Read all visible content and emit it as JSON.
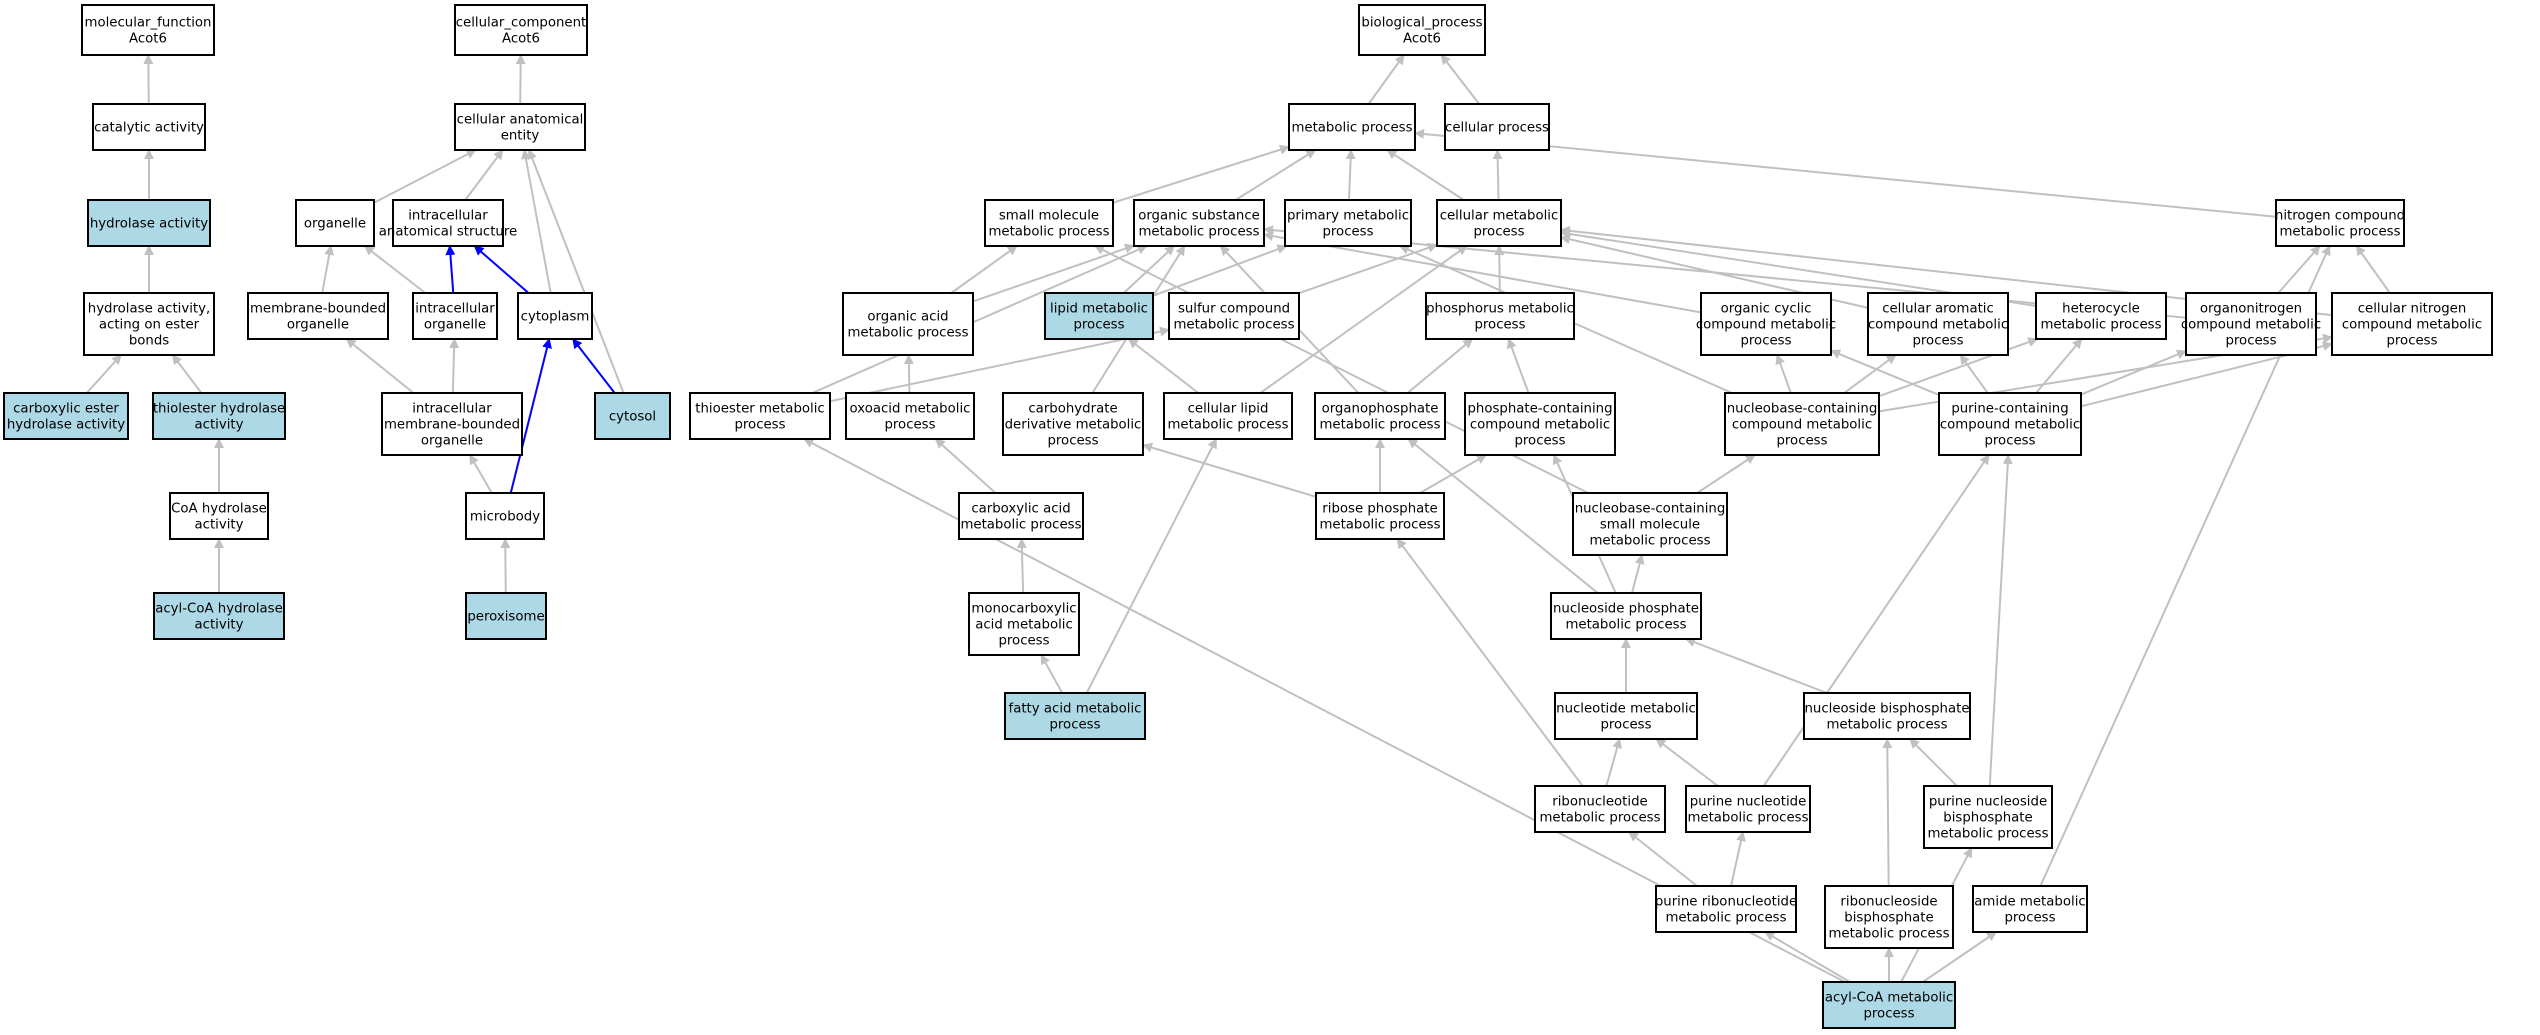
{
  "colors": {
    "highlight_fill": "#add8e6",
    "plain_fill": "#ffffff",
    "edge_gray": "#c0c0c0",
    "edge_blue": "#0000ff",
    "border": "#000000"
  },
  "nodes": [
    {
      "id": "mf",
      "lines": [
        "molecular_function",
        "Acot6"
      ],
      "highlight": false
    },
    {
      "id": "catalytic",
      "lines": [
        "catalytic activity"
      ],
      "highlight": false
    },
    {
      "id": "hydrolase",
      "lines": [
        "hydrolase activity"
      ],
      "highlight": true
    },
    {
      "id": "ester",
      "lines": [
        "hydrolase activity,",
        "acting on ester",
        "bonds"
      ],
      "highlight": false
    },
    {
      "id": "carbester",
      "lines": [
        "carboxylic ester",
        "hydrolase activity"
      ],
      "highlight": true
    },
    {
      "id": "thiolester",
      "lines": [
        "thiolester hydrolase",
        "activity"
      ],
      "highlight": true
    },
    {
      "id": "coa",
      "lines": [
        "CoA hydrolase",
        "activity"
      ],
      "highlight": false
    },
    {
      "id": "acylcoahyd",
      "lines": [
        "acyl-CoA hydrolase",
        "activity"
      ],
      "highlight": true
    },
    {
      "id": "cc",
      "lines": [
        "cellular_component",
        "Acot6"
      ],
      "highlight": false
    },
    {
      "id": "cae",
      "lines": [
        "cellular anatomical",
        "entity"
      ],
      "highlight": false
    },
    {
      "id": "organelle",
      "lines": [
        "organelle"
      ],
      "highlight": false
    },
    {
      "id": "ias",
      "lines": [
        "intracellular",
        "anatomical structure"
      ],
      "highlight": false
    },
    {
      "id": "mbo",
      "lines": [
        "membrane-bounded",
        "organelle"
      ],
      "highlight": false
    },
    {
      "id": "io",
      "lines": [
        "intracellular",
        "organelle"
      ],
      "highlight": false
    },
    {
      "id": "cytoplasm",
      "lines": [
        "cytoplasm"
      ],
      "highlight": false
    },
    {
      "id": "cytosol",
      "lines": [
        "cytosol"
      ],
      "highlight": true
    },
    {
      "id": "imbo",
      "lines": [
        "intracellular",
        "membrane-bounded",
        "organelle"
      ],
      "highlight": false
    },
    {
      "id": "microbody",
      "lines": [
        "microbody"
      ],
      "highlight": false
    },
    {
      "id": "peroxisome",
      "lines": [
        "peroxisome"
      ],
      "highlight": true
    },
    {
      "id": "bp",
      "lines": [
        "biological_process",
        "Acot6"
      ],
      "highlight": false
    },
    {
      "id": "mp",
      "lines": [
        "metabolic process"
      ],
      "highlight": false
    },
    {
      "id": "cp",
      "lines": [
        "cellular process"
      ],
      "highlight": false
    },
    {
      "id": "smmp",
      "lines": [
        "small molecule",
        "metabolic process"
      ],
      "highlight": false
    },
    {
      "id": "osmp",
      "lines": [
        "organic substance",
        "metabolic process"
      ],
      "highlight": false
    },
    {
      "id": "pmp",
      "lines": [
        "primary metabolic",
        "process"
      ],
      "highlight": false
    },
    {
      "id": "cmp",
      "lines": [
        "cellular metabolic",
        "process"
      ],
      "highlight": false
    },
    {
      "id": "ncmp",
      "lines": [
        "nitrogen compound",
        "metabolic process"
      ],
      "highlight": false
    },
    {
      "id": "oamp",
      "lines": [
        "organic acid",
        "metabolic process"
      ],
      "highlight": false
    },
    {
      "id": "lmp",
      "lines": [
        "lipid metabolic",
        "process"
      ],
      "highlight": true
    },
    {
      "id": "scmp",
      "lines": [
        "sulfur compound",
        "metabolic process"
      ],
      "highlight": false
    },
    {
      "id": "phmp",
      "lines": [
        "phosphorus metabolic",
        "process"
      ],
      "highlight": false
    },
    {
      "id": "occmp",
      "lines": [
        "organic cyclic",
        "compound metabolic",
        "process"
      ],
      "highlight": false
    },
    {
      "id": "cacmp",
      "lines": [
        "cellular aromatic",
        "compound metabolic",
        "process"
      ],
      "highlight": false
    },
    {
      "id": "hmp",
      "lines": [
        "heterocycle",
        "metabolic process"
      ],
      "highlight": false
    },
    {
      "id": "oncmp",
      "lines": [
        "organonitrogen",
        "compound metabolic",
        "process"
      ],
      "highlight": false
    },
    {
      "id": "cncmp",
      "lines": [
        "cellular nitrogen",
        "compound metabolic",
        "process"
      ],
      "highlight": false
    },
    {
      "id": "temp",
      "lines": [
        "thioester metabolic",
        "process"
      ],
      "highlight": false
    },
    {
      "id": "oxmp",
      "lines": [
        "oxoacid metabolic",
        "process"
      ],
      "highlight": false
    },
    {
      "id": "cdmp",
      "lines": [
        "carbohydrate",
        "derivative metabolic",
        "process"
      ],
      "highlight": false
    },
    {
      "id": "clmp",
      "lines": [
        "cellular lipid",
        "metabolic process"
      ],
      "highlight": false
    },
    {
      "id": "opmp",
      "lines": [
        "organophosphate",
        "metabolic process"
      ],
      "highlight": false
    },
    {
      "id": "pccmp",
      "lines": [
        "phosphate-containing",
        "compound metabolic",
        "process"
      ],
      "highlight": false
    },
    {
      "id": "nbccmp",
      "lines": [
        "nucleobase-containing",
        "compound metabolic",
        "process"
      ],
      "highlight": false
    },
    {
      "id": "puccmp",
      "lines": [
        "purine-containing",
        "compound metabolic",
        "process"
      ],
      "highlight": false
    },
    {
      "id": "camp",
      "lines": [
        "carboxylic acid",
        "metabolic process"
      ],
      "highlight": false
    },
    {
      "id": "rpmp",
      "lines": [
        "ribose phosphate",
        "metabolic process"
      ],
      "highlight": false
    },
    {
      "id": "nbcsmmp",
      "lines": [
        "nucleobase-containing",
        "small molecule",
        "metabolic process"
      ],
      "highlight": false
    },
    {
      "id": "mcamp",
      "lines": [
        "monocarboxylic",
        "acid metabolic",
        "process"
      ],
      "highlight": false
    },
    {
      "id": "nsphmp",
      "lines": [
        "nucleoside phosphate",
        "metabolic process"
      ],
      "highlight": false
    },
    {
      "id": "famp",
      "lines": [
        "fatty acid metabolic",
        "process"
      ],
      "highlight": true
    },
    {
      "id": "ntmp",
      "lines": [
        "nucleotide metabolic",
        "process"
      ],
      "highlight": false
    },
    {
      "id": "nsbpmp",
      "lines": [
        "nucleoside bisphosphate",
        "metabolic process"
      ],
      "highlight": false
    },
    {
      "id": "rnmp",
      "lines": [
        "ribonucleotide",
        "metabolic process"
      ],
      "highlight": false
    },
    {
      "id": "pnmp",
      "lines": [
        "purine nucleotide",
        "metabolic process"
      ],
      "highlight": false
    },
    {
      "id": "pnbpmp",
      "lines": [
        "purine nucleoside",
        "bisphosphate",
        "metabolic process"
      ],
      "highlight": false
    },
    {
      "id": "prnmp",
      "lines": [
        "purine ribonucleotide",
        "metabolic process"
      ],
      "highlight": false
    },
    {
      "id": "rnbpmp",
      "lines": [
        "ribonucleoside",
        "bisphosphate",
        "metabolic process"
      ],
      "highlight": false
    },
    {
      "id": "amp",
      "lines": [
        "amide metabolic",
        "process"
      ],
      "highlight": false
    },
    {
      "id": "acoa",
      "lines": [
        "acyl-CoA metabolic",
        "process"
      ],
      "highlight": true
    }
  ],
  "edges": [
    {
      "from": "catalytic",
      "to": "mf",
      "color": "gray"
    },
    {
      "from": "hydrolase",
      "to": "catalytic",
      "color": "gray"
    },
    {
      "from": "ester",
      "to": "hydrolase",
      "color": "gray"
    },
    {
      "from": "carbester",
      "to": "ester",
      "color": "gray"
    },
    {
      "from": "thiolester",
      "to": "ester",
      "color": "gray"
    },
    {
      "from": "coa",
      "to": "thiolester",
      "color": "gray"
    },
    {
      "from": "acylcoahyd",
      "to": "coa",
      "color": "gray"
    },
    {
      "from": "cae",
      "to": "cc",
      "color": "gray"
    },
    {
      "from": "organelle",
      "to": "cae",
      "color": "gray"
    },
    {
      "from": "ias",
      "to": "cae",
      "color": "gray"
    },
    {
      "from": "cytoplasm",
      "to": "cae",
      "color": "gray"
    },
    {
      "from": "cytosol",
      "to": "cae",
      "color": "gray"
    },
    {
      "from": "mbo",
      "to": "organelle",
      "color": "gray"
    },
    {
      "from": "io",
      "to": "organelle",
      "color": "gray"
    },
    {
      "from": "io",
      "to": "ias",
      "color": "blue"
    },
    {
      "from": "cytoplasm",
      "to": "ias",
      "color": "blue"
    },
    {
      "from": "cytosol",
      "to": "cytoplasm",
      "color": "blue"
    },
    {
      "from": "imbo",
      "to": "mbo",
      "color": "gray"
    },
    {
      "from": "imbo",
      "to": "io",
      "color": "gray"
    },
    {
      "from": "microbody",
      "to": "imbo",
      "color": "gray"
    },
    {
      "from": "microbody",
      "to": "cytoplasm",
      "color": "blue"
    },
    {
      "from": "peroxisome",
      "to": "microbody",
      "color": "gray"
    },
    {
      "from": "mp",
      "to": "bp",
      "color": "gray"
    },
    {
      "from": "cp",
      "to": "bp",
      "color": "gray"
    },
    {
      "from": "smmp",
      "to": "mp",
      "color": "gray"
    },
    {
      "from": "osmp",
      "to": "mp",
      "color": "gray"
    },
    {
      "from": "pmp",
      "to": "mp",
      "color": "gray"
    },
    {
      "from": "cmp",
      "to": "mp",
      "color": "gray"
    },
    {
      "from": "cmp",
      "to": "cp",
      "color": "gray"
    },
    {
      "from": "ncmp",
      "to": "mp",
      "color": "gray"
    },
    {
      "from": "oamp",
      "to": "smmp",
      "color": "gray"
    },
    {
      "from": "oamp",
      "to": "osmp",
      "color": "gray"
    },
    {
      "from": "lmp",
      "to": "osmp",
      "color": "gray"
    },
    {
      "from": "lmp",
      "to": "pmp",
      "color": "gray"
    },
    {
      "from": "scmp",
      "to": "cmp",
      "color": "gray"
    },
    {
      "from": "phmp",
      "to": "cmp",
      "color": "gray"
    },
    {
      "from": "occmp",
      "to": "osmp",
      "color": "gray"
    },
    {
      "from": "cacmp",
      "to": "cmp",
      "color": "gray"
    },
    {
      "from": "hmp",
      "to": "cmp",
      "color": "gray"
    },
    {
      "from": "oncmp",
      "to": "osmp",
      "color": "gray"
    },
    {
      "from": "oncmp",
      "to": "ncmp",
      "color": "gray"
    },
    {
      "from": "cncmp",
      "to": "cmp",
      "color": "gray"
    },
    {
      "from": "cncmp",
      "to": "ncmp",
      "color": "gray"
    },
    {
      "from": "temp",
      "to": "osmp",
      "color": "gray"
    },
    {
      "from": "temp",
      "to": "scmp",
      "color": "gray"
    },
    {
      "from": "oxmp",
      "to": "oamp",
      "color": "gray"
    },
    {
      "from": "cdmp",
      "to": "osmp",
      "color": "gray"
    },
    {
      "from": "clmp",
      "to": "lmp",
      "color": "gray"
    },
    {
      "from": "clmp",
      "to": "cmp",
      "color": "gray"
    },
    {
      "from": "opmp",
      "to": "phmp",
      "color": "gray"
    },
    {
      "from": "opmp",
      "to": "osmp",
      "color": "gray"
    },
    {
      "from": "pccmp",
      "to": "phmp",
      "color": "gray"
    },
    {
      "from": "nbccmp",
      "to": "occmp",
      "color": "gray"
    },
    {
      "from": "nbccmp",
      "to": "cacmp",
      "color": "gray"
    },
    {
      "from": "nbccmp",
      "to": "hmp",
      "color": "gray"
    },
    {
      "from": "nbccmp",
      "to": "cncmp",
      "color": "gray"
    },
    {
      "from": "nbccmp",
      "to": "pmp",
      "color": "gray"
    },
    {
      "from": "puccmp",
      "to": "occmp",
      "color": "gray"
    },
    {
      "from": "puccmp",
      "to": "cacmp",
      "color": "gray"
    },
    {
      "from": "puccmp",
      "to": "hmp",
      "color": "gray"
    },
    {
      "from": "puccmp",
      "to": "oncmp",
      "color": "gray"
    },
    {
      "from": "puccmp",
      "to": "cncmp",
      "color": "gray"
    },
    {
      "from": "camp",
      "to": "oxmp",
      "color": "gray"
    },
    {
      "from": "rpmp",
      "to": "cdmp",
      "color": "gray"
    },
    {
      "from": "rpmp",
      "to": "opmp",
      "color": "gray"
    },
    {
      "from": "rpmp",
      "to": "pccmp",
      "color": "gray"
    },
    {
      "from": "nbcsmmp",
      "to": "nbccmp",
      "color": "gray"
    },
    {
      "from": "nbcsmmp",
      "to": "smmp",
      "color": "gray"
    },
    {
      "from": "mcamp",
      "to": "camp",
      "color": "gray"
    },
    {
      "from": "nsphmp",
      "to": "nbcsmmp",
      "color": "gray"
    },
    {
      "from": "nsphmp",
      "to": "opmp",
      "color": "gray"
    },
    {
      "from": "nsphmp",
      "to": "pccmp",
      "color": "gray"
    },
    {
      "from": "famp",
      "to": "mcamp",
      "color": "gray"
    },
    {
      "from": "famp",
      "to": "clmp",
      "color": "gray"
    },
    {
      "from": "ntmp",
      "to": "nsphmp",
      "color": "gray"
    },
    {
      "from": "nsbpmp",
      "to": "nsphmp",
      "color": "gray"
    },
    {
      "from": "rnmp",
      "to": "ntmp",
      "color": "gray"
    },
    {
      "from": "rnmp",
      "to": "rpmp",
      "color": "gray"
    },
    {
      "from": "pnmp",
      "to": "ntmp",
      "color": "gray"
    },
    {
      "from": "pnmp",
      "to": "puccmp",
      "color": "gray"
    },
    {
      "from": "pnbpmp",
      "to": "nsbpmp",
      "color": "gray"
    },
    {
      "from": "pnbpmp",
      "to": "puccmp",
      "color": "gray"
    },
    {
      "from": "prnmp",
      "to": "rnmp",
      "color": "gray"
    },
    {
      "from": "prnmp",
      "to": "pnmp",
      "color": "gray"
    },
    {
      "from": "rnbpmp",
      "to": "nsbpmp",
      "color": "gray"
    },
    {
      "from": "amp",
      "to": "ncmp",
      "color": "gray"
    },
    {
      "from": "acoa",
      "to": "temp",
      "color": "gray"
    },
    {
      "from": "acoa",
      "to": "prnmp",
      "color": "gray"
    },
    {
      "from": "acoa",
      "to": "rnbpmp",
      "color": "gray"
    },
    {
      "from": "acoa",
      "to": "pnbpmp",
      "color": "gray"
    },
    {
      "from": "acoa",
      "to": "amp",
      "color": "gray"
    }
  ]
}
